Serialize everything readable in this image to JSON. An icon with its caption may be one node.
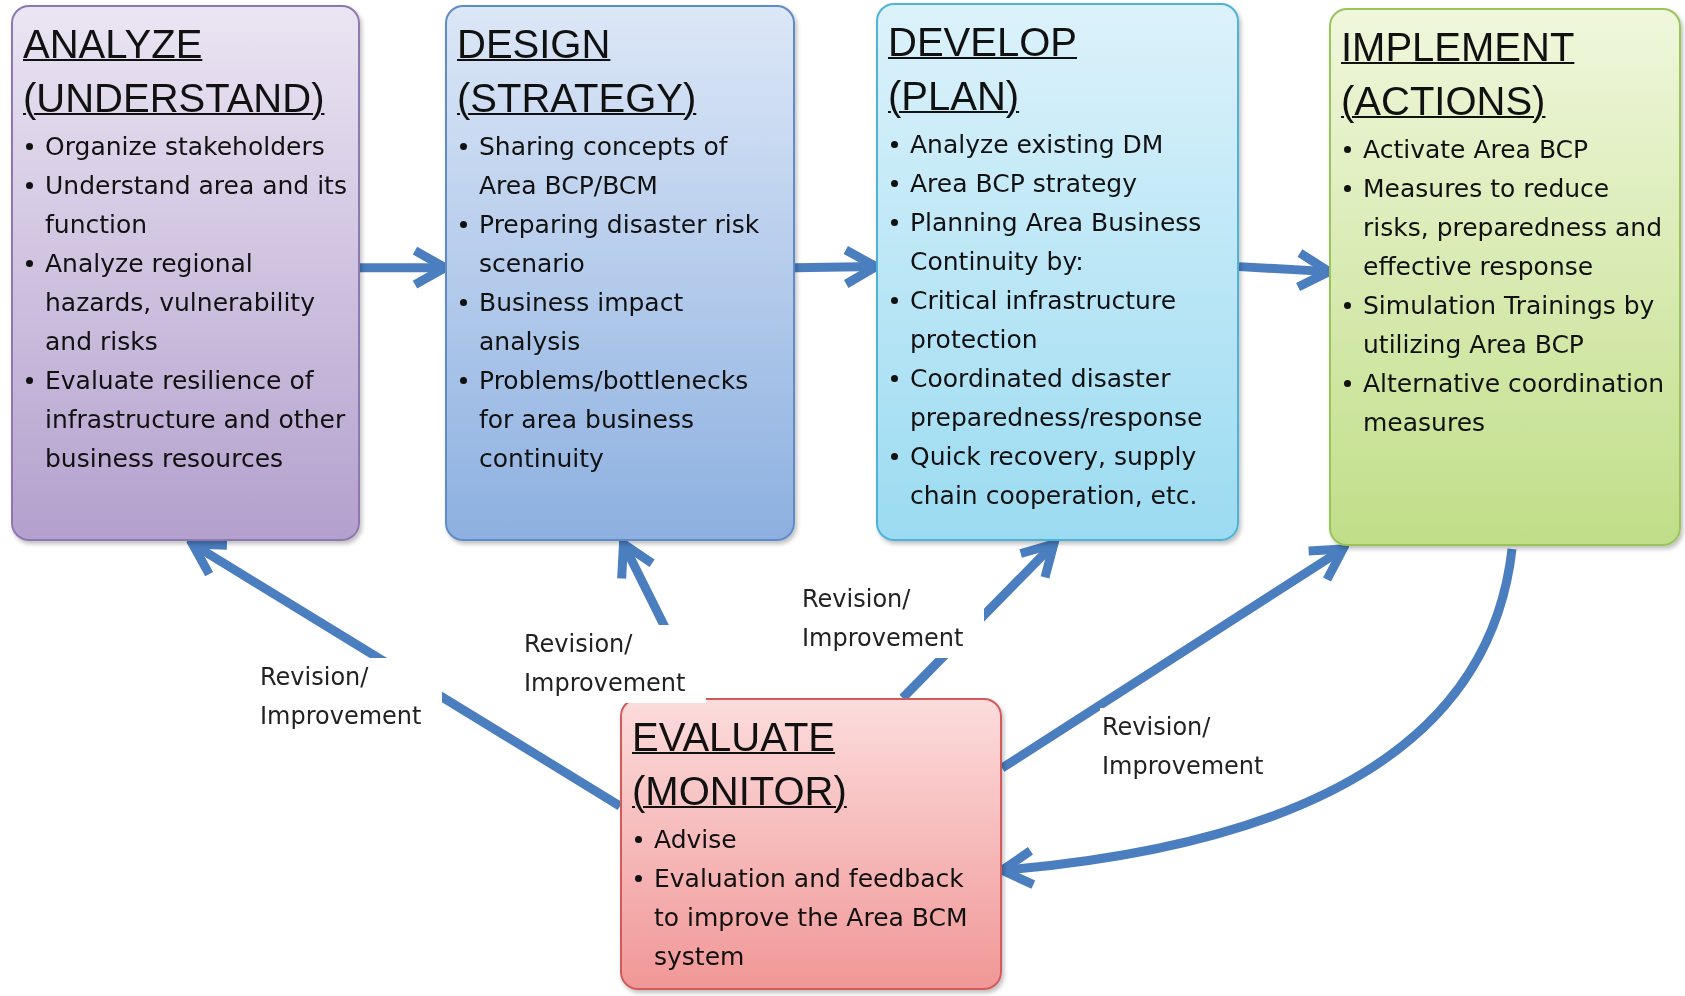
{
  "diagram": {
    "nodes": [
      {
        "text": [
          "ANALYZE (UNDERSTAND)",
          "Organize stakeholders",
          "Understand area and its function",
          "Analyze regional hazards, vulnerability and risks",
          "Evaluate resilience of infrastructure and other business resources"
        ]
      },
      {
        "text": [
          "DESIGN (STRATEGY)",
          "Sharing concepts of Area BCP/BCM",
          "Preparing disaster risk scenario",
          "Business impact analysis",
          "Problems/bottlenecks for area business continuity"
        ]
      },
      {
        "text": [
          "DEVELOP (PLAN)",
          "Analyze existing DM",
          "Area BCP strategy",
          "Planning Area Business Continuity by:",
          "Critical infrastructure protection",
          "Coordinated disaster preparedness/response",
          "Quick recovery, supply chain cooperation, etc."
        ]
      },
      {
        "text": [
          "IMPLEMENT (ACTIONS)",
          "Activate Area BCP",
          "Measures to reduce risks, preparedness and effective response",
          "Simulation Trainings by utilizing Area BCP",
          "Alternative coordination measures"
        ]
      },
      {
        "text": [
          "EVALUATE (MONITOR)",
          "Advise",
          "Evaluation and feedback to improve the Area BCM system"
        ]
      }
    ],
    "edges": [
      {
        "from": 0,
        "to": 1,
        "arrow": "to"
      },
      {
        "from": 1,
        "to": 2,
        "arrow": "to"
      },
      {
        "from": 2,
        "to": 3,
        "arrow": "to"
      },
      {
        "from": 4,
        "to": 0,
        "arrow": "to",
        "label": "Revision/ Improvement"
      },
      {
        "from": 4,
        "to": 1,
        "arrow": "to",
        "label": "Revision/ Improvement"
      },
      {
        "from": 4,
        "to": 2,
        "arrow": "to",
        "label": "Revision/ Improvement"
      },
      {
        "from": 4,
        "to": 3,
        "arrow": "to",
        "label": "Revision/ Improvement"
      },
      {
        "from": 3,
        "to": 4,
        "arrow": "to"
      }
    ]
  }
}
